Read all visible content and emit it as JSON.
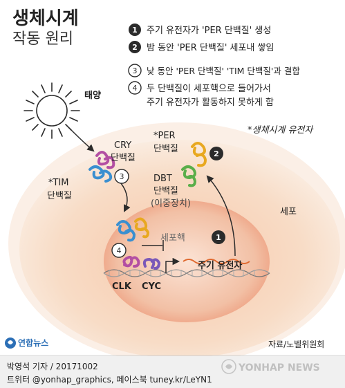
{
  "title": {
    "line1": "생체시계",
    "line2": "작동 원리"
  },
  "steps": [
    {
      "num": "1",
      "text": "주기 유전자가 'PER 단백질' 생성"
    },
    {
      "num": "2",
      "text": "밤 동안 'PER 단백질' 세포내 쌓임"
    },
    {
      "num": "3",
      "text": "낮 동안 'PER 단백질'  'TIM 단백질'과 결합"
    },
    {
      "num": "4",
      "text1": "두 단백질이 세포핵으로 들어가서",
      "text2": "주기 유전자가 활동하지 못하게 함"
    }
  ],
  "labels": {
    "sun": "태양",
    "note": "*생체시계 유전자",
    "cry1": "CRY",
    "cry2": "단백질",
    "per1": "*PER",
    "per2": "단백질",
    "dbt1": "DBT",
    "dbt2": "단백질",
    "dbt3": "(이중장치)",
    "tim1": "*TIM",
    "tim2": "단백질",
    "cell": "세포",
    "nucleus": "세포핵",
    "gene": "주기 유전자",
    "clk": "CLK",
    "cyc": "CYC"
  },
  "markers": {
    "m1": "1",
    "m2": "2",
    "m3": "3",
    "m4": "4"
  },
  "footer": {
    "logo": "연합뉴스",
    "source": "자료/노벨위원회",
    "author": "박영석 기자 / 20171002",
    "social": "트위터 @yonhap_graphics, 페이스북 tuney.kr/LeYN1",
    "watermark": "YONHAP NEWS"
  },
  "colors": {
    "cell": "#f8dcc6",
    "cell_edge": "#f4e6da",
    "nucleus": "#f2b79b",
    "accent": "#2b2b2b",
    "cry": "#b34fa3",
    "tim": "#3a8fd0",
    "per": "#e8a820",
    "dbt": "#5aae4a",
    "mrna": "#e06a30",
    "footer_bg": "#f0f0f0"
  }
}
